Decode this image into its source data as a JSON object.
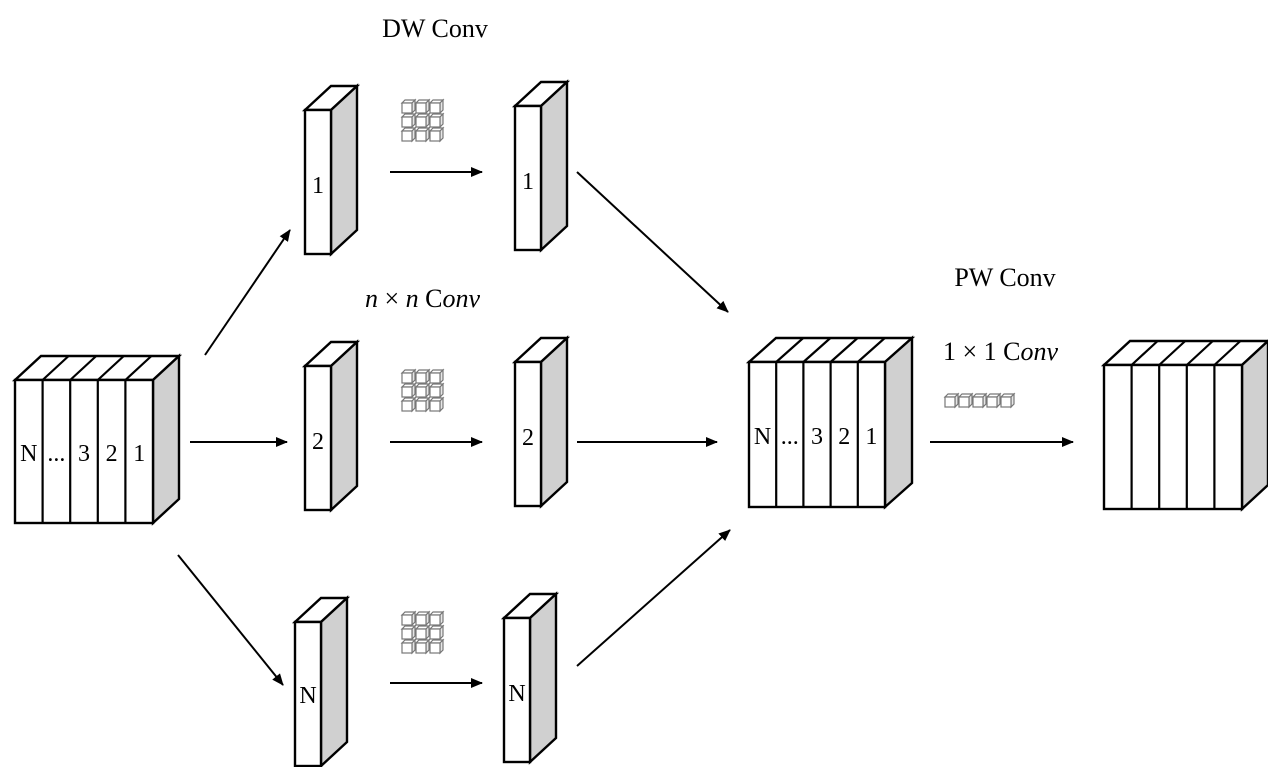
{
  "labels": {
    "dw_title": "DW Conv",
    "n_conv_prefix": "n × n C",
    "n_conv_suffix": "onv",
    "pw_title": "PW Conv",
    "one_conv_prefix": "1 × 1 C",
    "one_conv_suffix": "onv"
  },
  "input_block": {
    "channels": [
      "N",
      "...",
      "3",
      "2",
      "1"
    ]
  },
  "branches": [
    {
      "channel": "1"
    },
    {
      "channel": "2"
    },
    {
      "channel": "N"
    }
  ],
  "concat_block": {
    "channels": [
      "N",
      "...",
      "3",
      "2",
      "1"
    ]
  },
  "output_block": {
    "channels": [
      "",
      "",
      "",
      "",
      ""
    ]
  },
  "kernels": {
    "dw": "3x3 kernel",
    "pw": "1x1 kernel row"
  },
  "colors": {
    "stroke": "#000000",
    "side_face": "#d0d0d0",
    "kernel": "#777777"
  }
}
